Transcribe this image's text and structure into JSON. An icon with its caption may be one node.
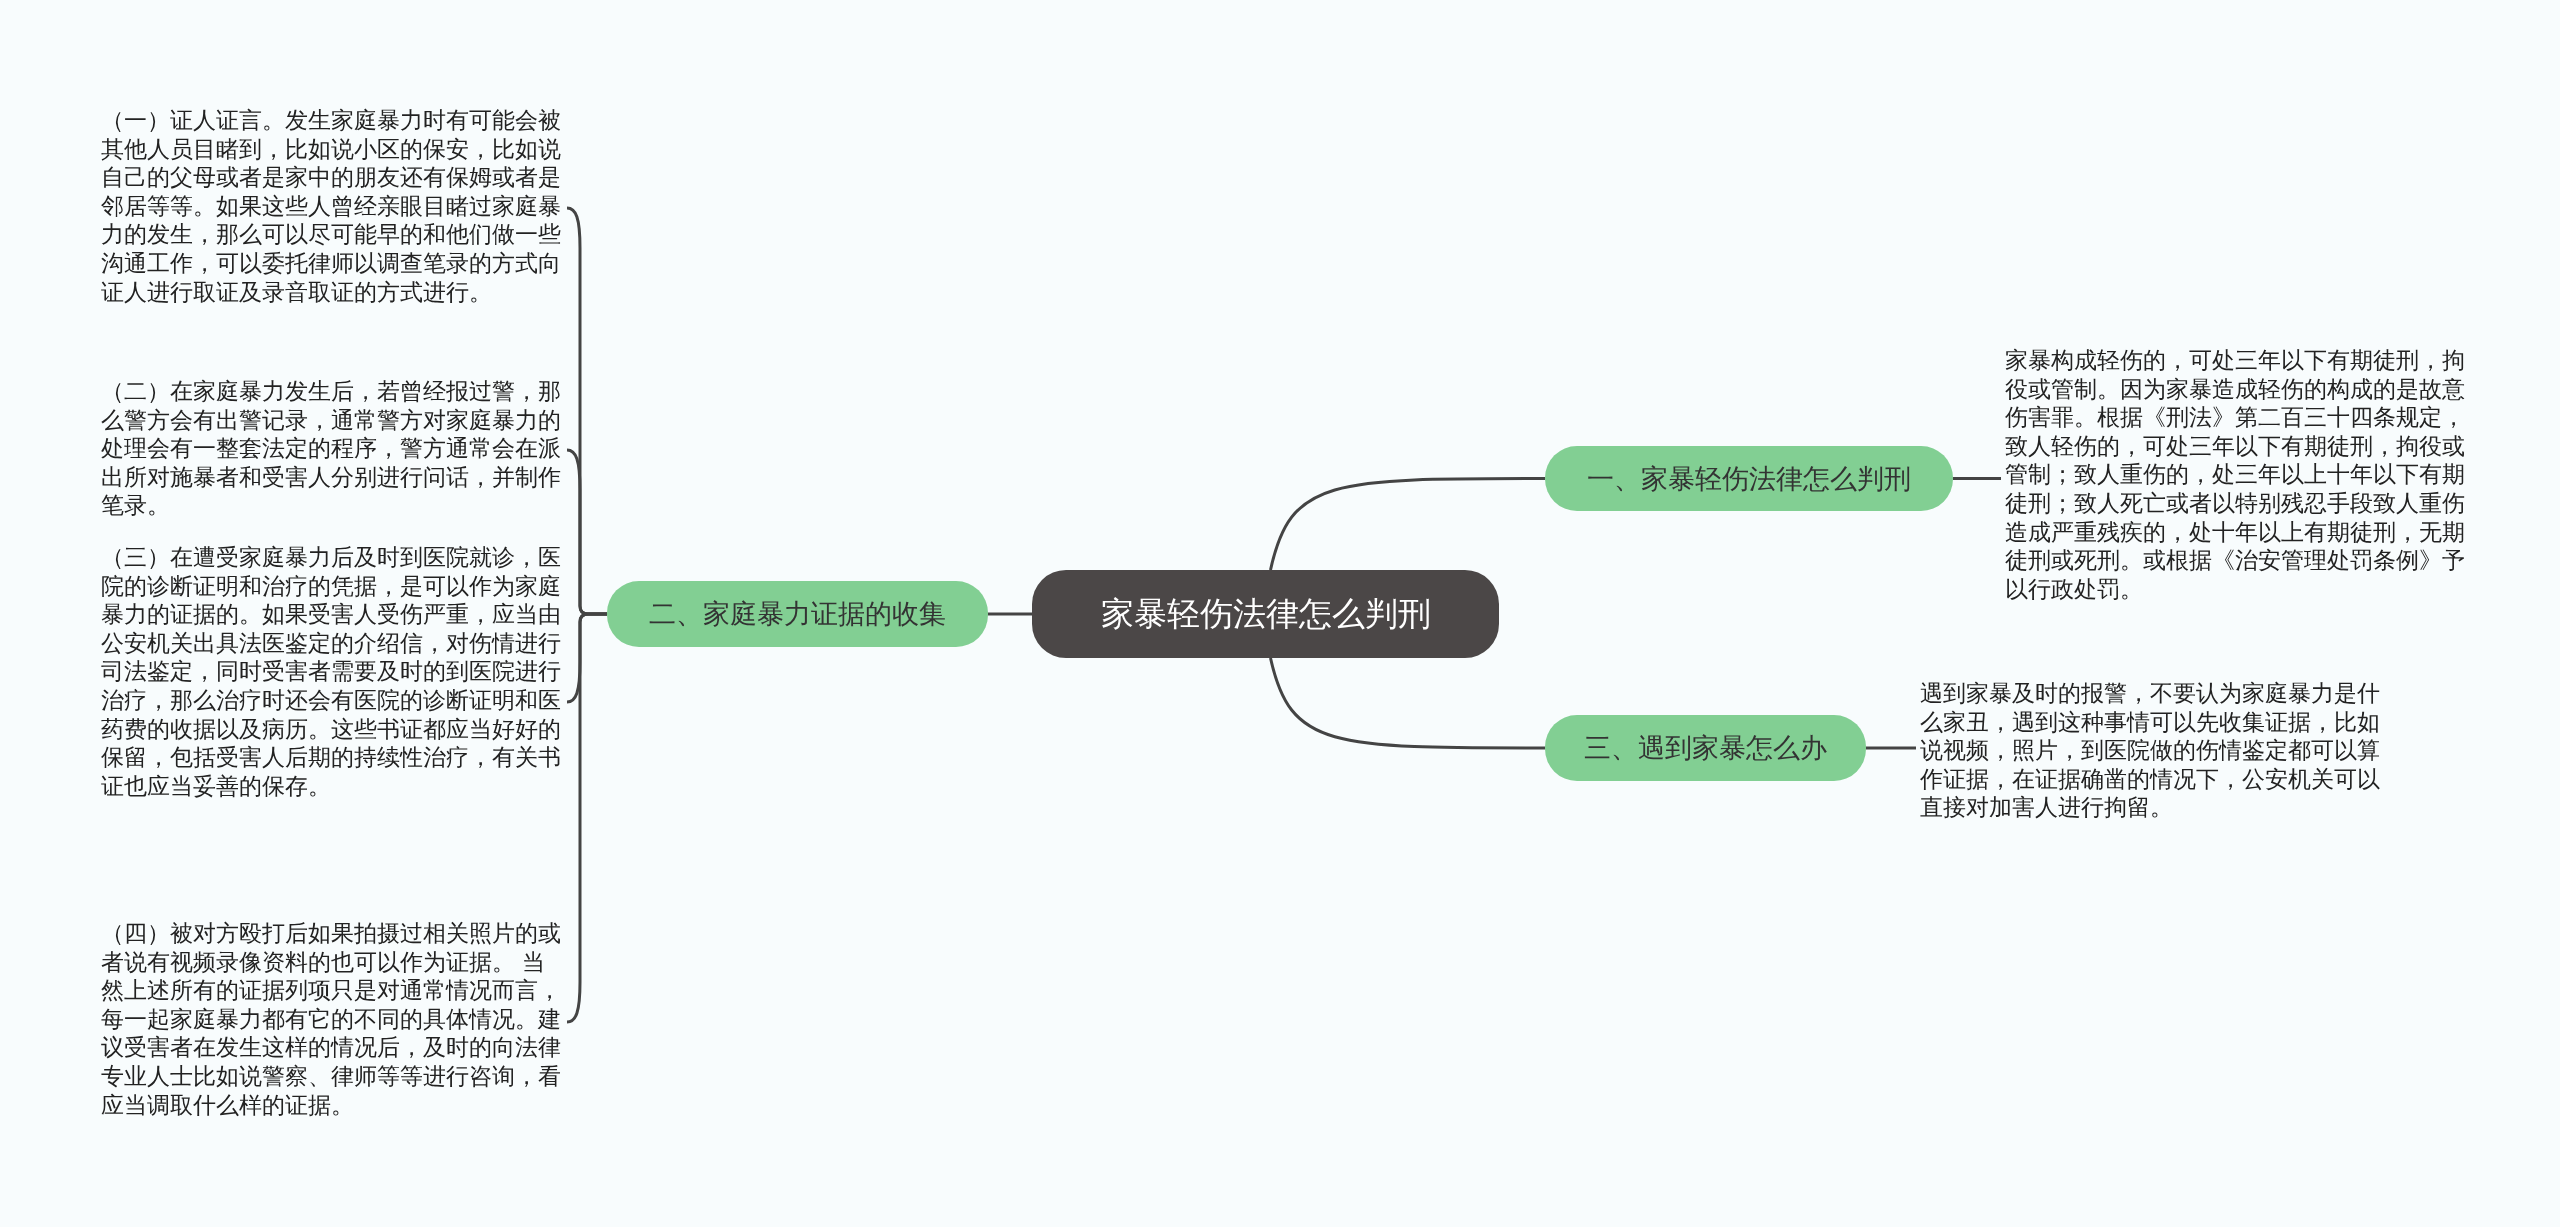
{
  "diagram": {
    "nodes": [
      {
        "text": [
          "家暴轻伤法律怎么判刑"
        ]
      },
      {
        "text": [
          "一、家暴轻伤法律怎么判刑"
        ]
      },
      {
        "text": [
          "家暴构成轻伤的，可处三年以下有期徒刑，拘役或管制。因为家暴造成轻伤的构成的是故意伤害罪。根据《刑法》第二百三十四条规定，致人轻伤的，可处三年以下有期徒刑，拘役或管制；致人重伤的，处三年以上十年以下有期徒刑；致人死亡或者以特别残忍手段致人重伤造成严重残疾的，处十年以上有期徒刑，无期徒刑或死刑。或根据《治安管理处罚条例》予以行政处罚。"
        ]
      },
      {
        "text": [
          "二、家庭暴力证据的收集"
        ]
      },
      {
        "text": [
          "（一）证人证言。发生家庭暴力时有可能会被其他人员目睹到，比如说小区的保安，比如说自己的父母或者是家中的朋友还有保姆或者是邻居等等。如果这些人曾经亲眼目睹过家庭暴力的发生，那么可以尽可能早的和他们做一些沟通工作，可以委托律师以调查笔录的方式向证人进行取证及录音取证的方式进行。"
        ]
      },
      {
        "text": [
          "（二）在家庭暴力发生后，若曾经报过警，那么警方会有出警记录，通常警方对家庭暴力的处理会有一整套法定的程序，警方通常会在派出所对施暴者和受害人分别进行问话，并制作笔录。"
        ]
      },
      {
        "text": [
          "（三）在遭受家庭暴力后及时到医院就诊，医院的诊断证明和治疗的凭据，是可以作为家庭暴力的证据的。如果受害人受伤严重，应当由公安机关出具法医鉴定的介绍信，对伤情进行司法鉴定，同时受害者需要及时的到医院进行治疗，那么治疗时还会有医院的诊断证明和医药费的收据以及病历。这些书证都应当好好的保留，包括受害人后期的持续性治疗，有关书证也应当妥善的保存。"
        ]
      },
      {
        "text": [
          "（四）被对方殴打后如果拍摄过相关照片的或者说有视频录像资料的也可以作为证据。 当然上述所有的证据列项只是对通常情况而言，每一起家庭暴力都有它的不同的具体情况。建议受害者在发生这样的情况后，及时的向法律专业人士比如说警察、律师等等进行咨询，看应当调取什么样的证据。"
        ]
      },
      {
        "text": [
          "三、遇到家暴怎么办"
        ]
      },
      {
        "text": [
          "遇到家暴及时的报警，不要认为家庭暴力是什么家丑，遇到这种事情可以先收集证据，比如说视频，照片，到医院做的伤情鉴定都可以算作证据，在证据确凿的情况下，公安机关可以直接对加害人进行拘留。"
        ]
      }
    ],
    "edges": [
      {
        "from": 0,
        "to": 1,
        "arrow": "none"
      },
      {
        "from": 1,
        "to": 2,
        "arrow": "none"
      },
      {
        "from": 0,
        "to": 3,
        "arrow": "none"
      },
      {
        "from": 3,
        "to": 4,
        "arrow": "none"
      },
      {
        "from": 3,
        "to": 5,
        "arrow": "none"
      },
      {
        "from": 3,
        "to": 6,
        "arrow": "none"
      },
      {
        "from": 3,
        "to": 7,
        "arrow": "none"
      },
      {
        "from": 0,
        "to": 8,
        "arrow": "none"
      },
      {
        "from": 8,
        "to": 9,
        "arrow": "none"
      }
    ]
  }
}
